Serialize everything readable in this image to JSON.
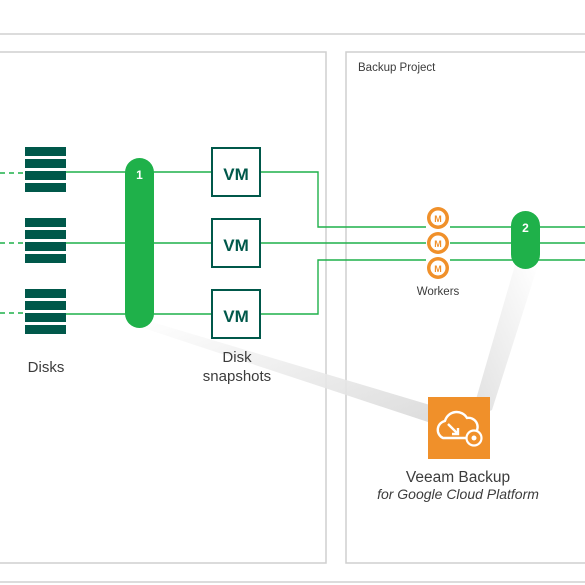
{
  "labels": {
    "backup_project": "Backup Project",
    "disks": "Disks",
    "disk_snapshots_line1": "Disk",
    "disk_snapshots_line2": "snapshots",
    "workers": "Workers",
    "veeam_title": "Veeam Backup",
    "veeam_subtitle": "for Google Cloud Platform"
  },
  "vm_boxes": [
    {
      "label": "VM"
    },
    {
      "label": "VM"
    },
    {
      "label": "VM"
    }
  ],
  "worker_icons": [
    {
      "glyph": "M"
    },
    {
      "glyph": "M"
    },
    {
      "glyph": "M"
    }
  ],
  "steps": [
    {
      "number": "1"
    },
    {
      "number": "2"
    }
  ],
  "icons": {
    "disk": "server-rack-icon",
    "worker": "worker-gear-icon",
    "veeam": "cloud-gear-icon"
  },
  "colors": {
    "green_accent": "#1fb14a",
    "dark_green": "#00584a",
    "orange": "#f0902a",
    "frame_gray": "#cccccc",
    "beam_gray": "#e6e6e6"
  }
}
